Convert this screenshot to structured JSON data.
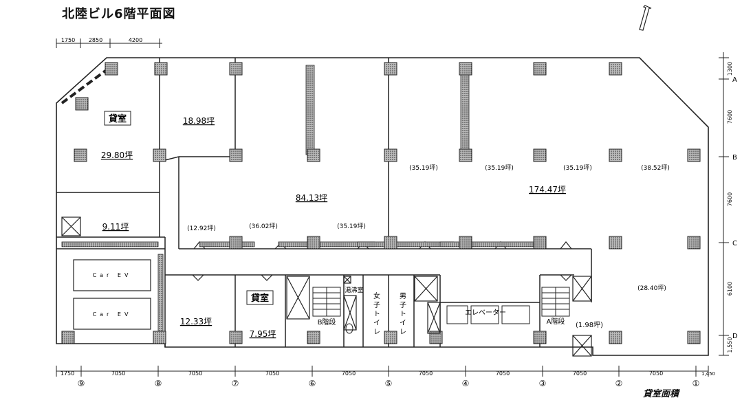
{
  "title": "北陸ビル6階平面図",
  "legend": "貸室面積",
  "top_dims": [
    "1750",
    "2850",
    "4200"
  ],
  "bottom_dims": [
    "1750",
    "7050",
    "7050",
    "7050",
    "7050",
    "7050",
    "7050",
    "7050",
    "7050",
    "1,450"
  ],
  "right_dims": [
    "1300",
    "7600",
    "7600",
    "6100",
    "1,550"
  ],
  "row_labels": [
    "A",
    "B",
    "C",
    "D"
  ],
  "col_labels": [
    "⑨",
    "⑧",
    "⑦",
    "⑥",
    "⑤",
    "④",
    "③",
    "②",
    "①"
  ],
  "rooms": {
    "rental_room_nw": "貸室",
    "area_2980": "29.80坪",
    "area_1898": "18.98坪",
    "area_911": "9.11坪",
    "area_8413": "84.13坪",
    "area_17447": "174.47坪",
    "sub_1292": "(12.92坪)",
    "sub_3602": "(36.02坪)",
    "sub_3519a": "(35.19坪)",
    "sub_3519b": "(35.19坪)",
    "sub_3519c": "(35.19坪)",
    "sub_3519d": "(35.19坪)",
    "sub_3852": "(38.52坪)",
    "sub_2840": "(28.40坪)",
    "sub_198": "(1.98坪)",
    "rental_room_s": "貸室",
    "area_1233": "12.33坪",
    "area_795": "7.95坪",
    "car_ev_1": "Car EV",
    "car_ev_2": "Car EV",
    "stairs_b": "B階段",
    "stairs_a": "A階段",
    "kitchen": "湯沸室",
    "womens_toilet": "女子トイレ",
    "mens_toilet": "男子トイレ",
    "elevator": "エレベーター"
  }
}
